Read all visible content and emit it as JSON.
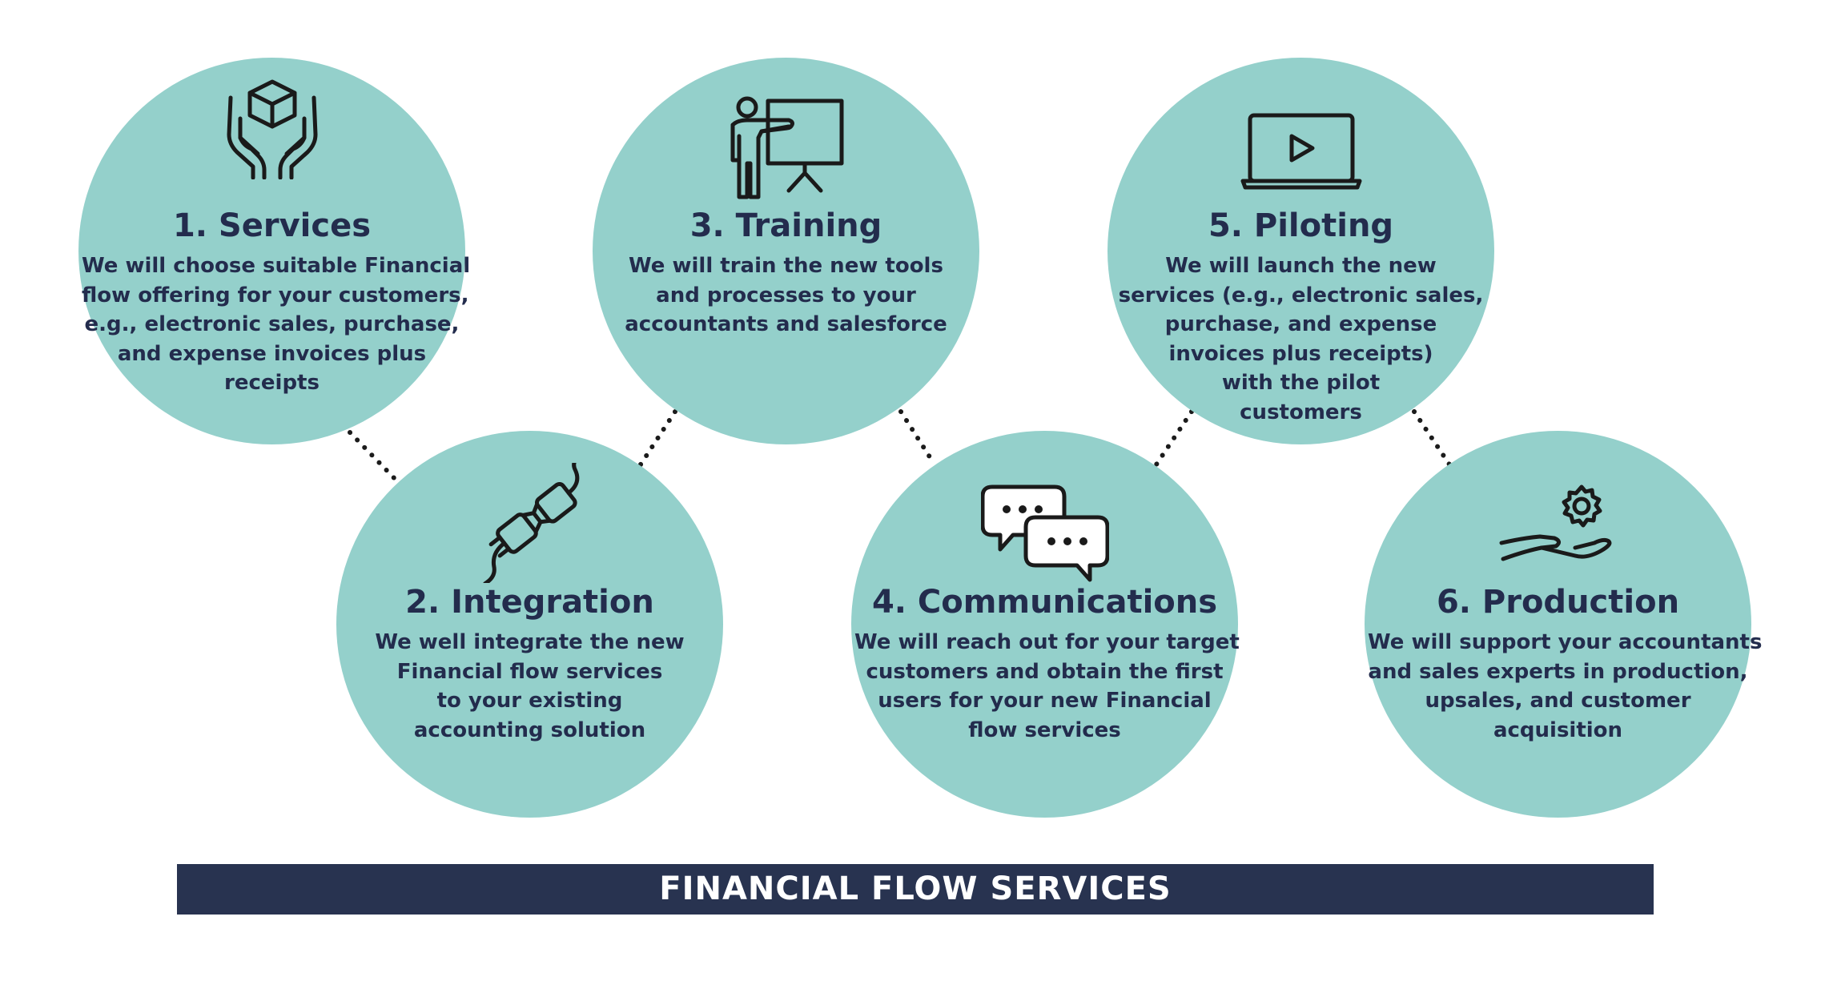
{
  "steps": [
    {
      "title": "1. Services",
      "desc_lines": [
        "We will choose suitable Financial",
        "flow offering for your customers,",
        "e.g., electronic sales, purchase,",
        "and expense invoices plus",
        "receipts"
      ],
      "icon": "hands-box-icon"
    },
    {
      "title": "2. Integration",
      "desc_lines": [
        "We well integrate the new",
        "Financial flow services",
        "to your existing",
        "accounting solution"
      ],
      "icon": "plug-connector-icon"
    },
    {
      "title": "3. Training",
      "desc_lines": [
        "We will train the new tools",
        "and processes to your",
        "accountants and salesforce"
      ],
      "icon": "presenter-board-icon"
    },
    {
      "title": "4. Communications",
      "desc_lines": [
        "We will reach out for your target",
        "customers and obtain the first",
        "users for your new Financial",
        "flow services"
      ],
      "icon": "chat-bubbles-icon"
    },
    {
      "title": "5. Piloting",
      "desc_lines": [
        "We will launch the new",
        "services (e.g., electronic sales,",
        "purchase, and expense",
        "invoices plus receipts)",
        "with the pilot",
        "customers"
      ],
      "icon": "laptop-play-icon"
    },
    {
      "title": "6. Production",
      "desc_lines": [
        "We will support your accountants",
        "and sales experts in production,",
        "upsales, and customer",
        "acquisition"
      ],
      "icon": "hand-gear-icon"
    }
  ],
  "banner": "FINANCIAL FLOW SERVICES",
  "colors": {
    "circle": "#94d0cb",
    "text": "#232c4d",
    "banner_bg": "#283350",
    "banner_text": "#ffffff",
    "connector": "#1b1b1b"
  }
}
